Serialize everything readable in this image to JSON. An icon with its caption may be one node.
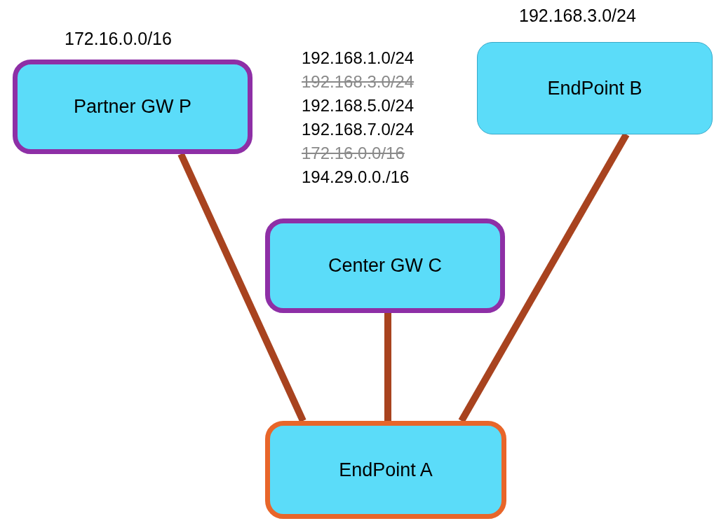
{
  "diagram": {
    "nodes": [
      {
        "text": [
          "Partner GW  P"
        ],
        "beside": [
          "172.16.0.0/16"
        ]
      },
      {
        "text": [
          "EndPoint  B"
        ],
        "beside": [
          "192.168.3.0/24"
        ]
      },
      {
        "text": [
          "Center GW  C"
        ]
      },
      {
        "text": [
          "EndPoint  A"
        ]
      }
    ],
    "edges": [
      {
        "from": 0,
        "to": 3,
        "arrow": "none"
      },
      {
        "from": 2,
        "to": 3,
        "arrow": "none"
      },
      {
        "from": 1,
        "to": 3,
        "arrow": "none"
      }
    ],
    "labels": [
      "192.168.1.0/24",
      "192.168.3.0/24",
      "192.168.5.0/24",
      "192.168.7.0/24",
      "172.16.0.0/16",
      "194.29.0.0./16"
    ]
  }
}
